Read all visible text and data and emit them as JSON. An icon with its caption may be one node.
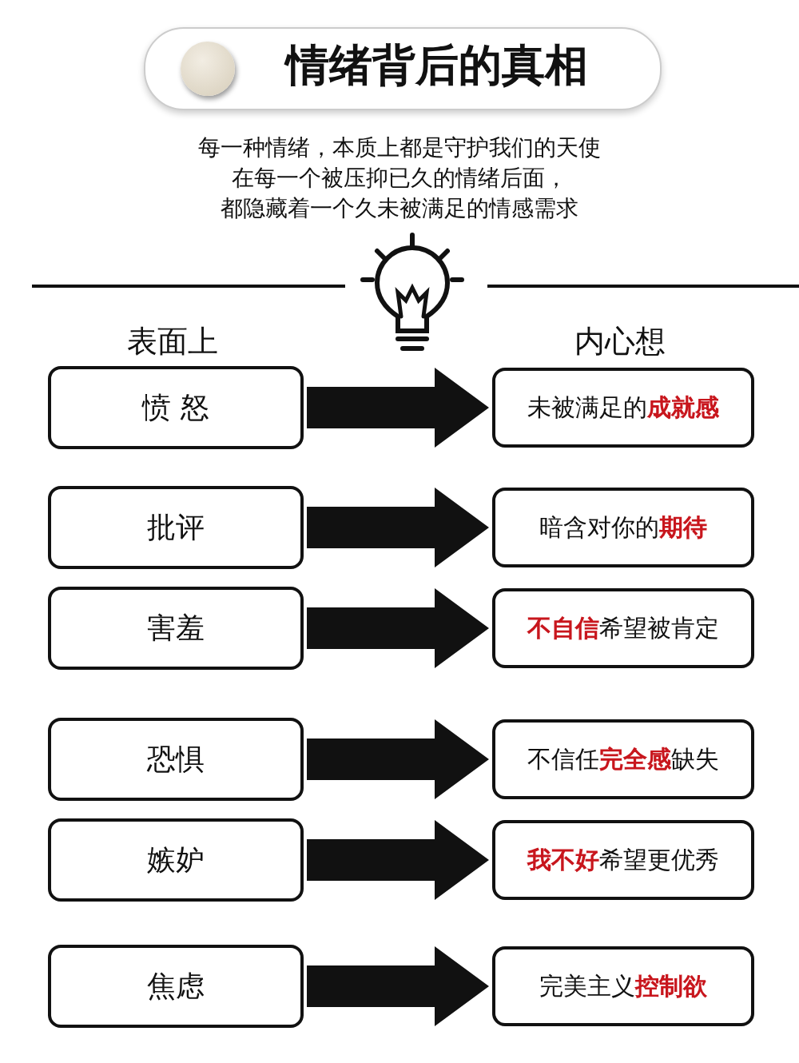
{
  "diagram": {
    "title": "情绪背后的真相",
    "nodes": [
      {
        "text": [
          "愤 怒"
        ]
      },
      {
        "text": [
          "批评"
        ]
      },
      {
        "text": [
          "害羞"
        ]
      },
      {
        "text": [
          "恐惧"
        ]
      },
      {
        "text": [
          "嫉妒"
        ]
      },
      {
        "text": [
          "焦虑"
        ]
      },
      {
        "text": [
          "未被满足的**成就感**"
        ]
      },
      {
        "text": [
          "暗含对你的**期待**"
        ]
      },
      {
        "text": [
          "**不自信**希望被肯定"
        ]
      },
      {
        "text": [
          "不信任**完全感**缺失"
        ]
      },
      {
        "text": [
          "**我不好**希望更优秀"
        ]
      },
      {
        "text": [
          "完美主义**控制欲**"
        ]
      }
    ],
    "edges": [
      {
        "from": 0,
        "to": 6,
        "arrow": "to",
        "style": "thick"
      },
      {
        "from": 1,
        "to": 7,
        "arrow": "to",
        "style": "thick"
      },
      {
        "from": 2,
        "to": 8,
        "arrow": "to",
        "style": "thick"
      },
      {
        "from": 3,
        "to": 9,
        "arrow": "to",
        "style": "thick"
      },
      {
        "from": 4,
        "to": 10,
        "arrow": "to",
        "style": "thick"
      },
      {
        "from": 5,
        "to": 11,
        "arrow": "to",
        "style": "thick"
      }
    ],
    "labels": [
      "每一种情绪，本质上都是守护我们的天使",
      "在每一个被压抑已久的情绪后面，",
      "都隐藏着一个久未被满足的情感需求",
      "表面上",
      "内心想"
    ]
  }
}
